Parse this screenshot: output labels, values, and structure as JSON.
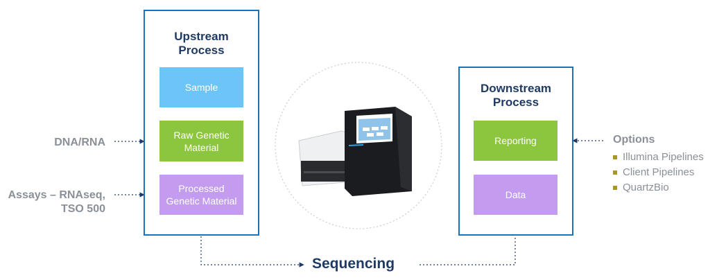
{
  "upstream": {
    "title_line1": "Upstream",
    "title_line2": "Process",
    "steps": [
      "Sample",
      "Raw Genetic Material",
      "Processed Genetic Material"
    ]
  },
  "downstream": {
    "title_line1": "Downstream",
    "title_line2": "Process",
    "steps": [
      "Reporting",
      "Data"
    ]
  },
  "inputs": {
    "dna_rna": "DNA/RNA",
    "assays_line1": "Assays – RNAseq,",
    "assays_line2": "TSO 500"
  },
  "options": {
    "title": "Options",
    "items": [
      "Illumina Pipelines",
      "Client Pipelines",
      "QuartzBio"
    ]
  },
  "center": {
    "label": "Sequencing"
  },
  "colors": {
    "panel_border": "#1a73b8",
    "title": "#1f3a63",
    "sample": "#6cc4f7",
    "raw": "#8cc63f",
    "processed": "#c39cf0",
    "reporting": "#8cc63f",
    "data": "#c39cf0",
    "bullet": "#a8962a",
    "gray_text": "#8a9097"
  }
}
